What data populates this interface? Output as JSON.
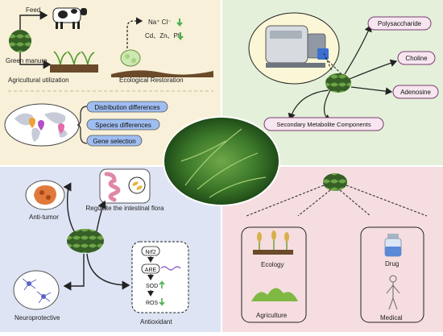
{
  "quadrants": {
    "top_left": {
      "bg": "#f8f0d8",
      "feed_label": "Feed",
      "green_manure_label": "Green manure",
      "agri_label": "Agricultural utilization",
      "eco_label": "Ecological Restoration",
      "ions_top": "Na⁺  Cl⁻",
      "metals": "Cd、Zn、Pb",
      "map_labels": [
        "Distribution differences",
        "Species differences",
        "Gene selection"
      ]
    },
    "top_right": {
      "bg": "#e4f0da",
      "components": [
        "Polysaccharide",
        "Choline",
        "Adenosine"
      ],
      "secondary_label": "Secondary Metabolite Components"
    },
    "bottom_left": {
      "bg": "#dfe4f4",
      "anti_tumor": "Anti-tumor",
      "flora": "Regulate the intestinal flora",
      "neuro": "Neuroprotective",
      "antioxidant": "Antioxidant",
      "pathway": [
        "Nrf2",
        "ARE",
        "SOD",
        "ROS"
      ]
    },
    "bottom_right": {
      "bg": "#f5dde0",
      "ecology": "Ecology",
      "agriculture": "Agriculture",
      "drug": "Drug",
      "medical": "Medical"
    }
  },
  "colors": {
    "pill_fill": "#9fbdf0",
    "component_fill": "#f7e6f0",
    "component_border": "#7a3d70",
    "down_arrow": "#4caf50",
    "up_arrow": "#4caf50"
  }
}
